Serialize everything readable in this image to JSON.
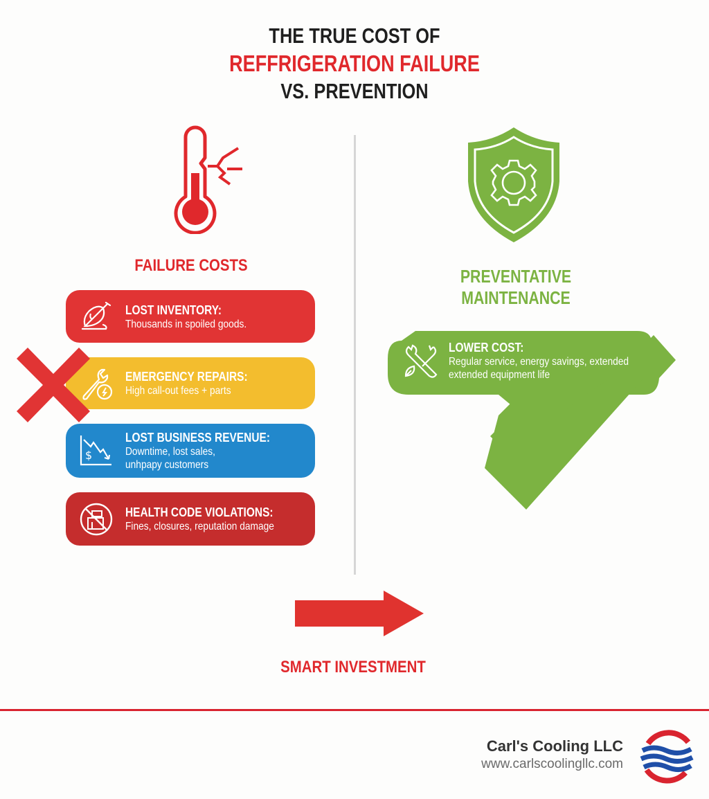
{
  "title": {
    "line1": "THE TRUE COST OF",
    "line2": "REFFRIGERATION FAILURE",
    "line3": "VS. PREVENTION"
  },
  "colors": {
    "red": "#e0282c",
    "yellow": "#f3bd2e",
    "blue": "#2288cc",
    "dark_red": "#c52d2d",
    "green": "#7cb342",
    "divider": "#d6d6d6"
  },
  "failure": {
    "icon": "broken-thermometer-icon",
    "heading": "FAILURE COSTS",
    "items": [
      {
        "icon": "chicken-leg-icon",
        "title": "LOST INVENTORY:",
        "desc": [
          "Thousands in spoiled goods."
        ],
        "color": "#e13434"
      },
      {
        "icon": "wrench-lightning-icon",
        "title": "EMERGENCY REPAIRS:",
        "desc": [
          "High call-out fees + parts"
        ],
        "color": "#f3bd2e"
      },
      {
        "icon": "declining-dollar-chart-icon",
        "title": "LOST BUSINESS REVENUE:",
        "desc": [
          "Downtime, lost sales,",
          "unhpapy customers"
        ],
        "color": "#2288cc"
      },
      {
        "icon": "no-store-icon",
        "title": "HEALTH CODE VIOLATIONS:",
        "desc": [
          "Fines, closures, reputation damage"
        ],
        "color": "#c52d2d"
      }
    ],
    "x_mark": "x-mark-icon"
  },
  "prevention": {
    "icon": "shield-gear-icon",
    "heading": "PREVENTATIVE MAINTENANCE",
    "item": {
      "icon": "crossed-tools-leaf-icon",
      "title": "LOWER COST:",
      "desc": [
        "Regular service, energy savings, extended",
        "extended equipment life"
      ]
    },
    "check": "checkmark-icon"
  },
  "investment": {
    "arrow": "right-arrow-icon",
    "label": "SMART INVESTMENT"
  },
  "footer": {
    "company": "Carl's Cooling LLC",
    "url": "www.carlscoolingllc.com",
    "logo": "waves-circle-logo"
  }
}
